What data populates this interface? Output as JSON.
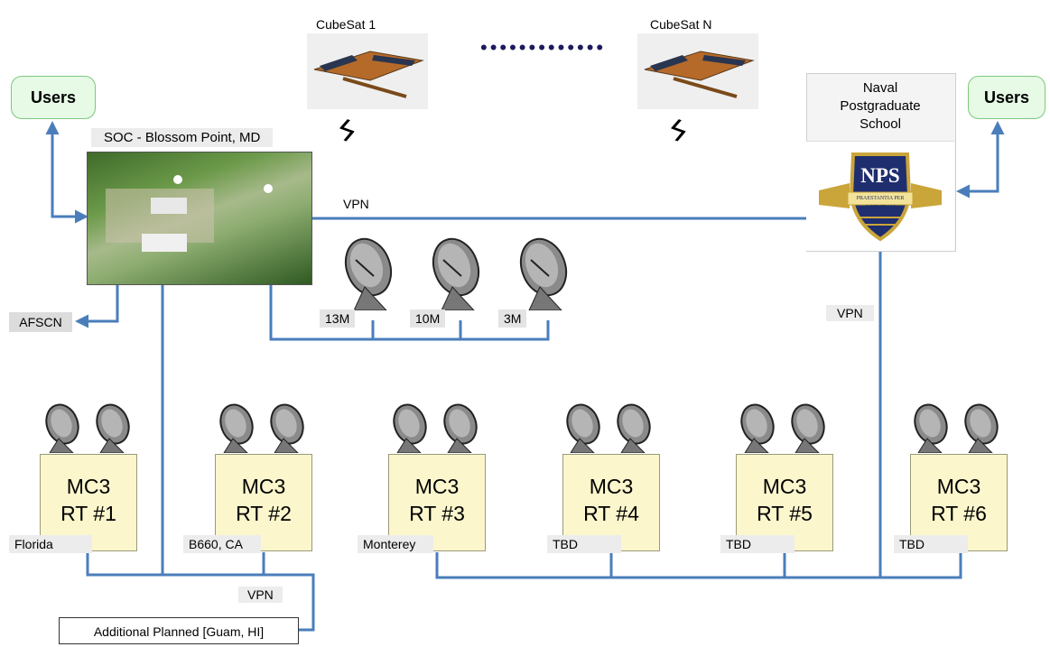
{
  "sats": {
    "first": "CubeSat 1",
    "last": "CubeSat N"
  },
  "users_left": "Users",
  "users_right": "Users",
  "soc_title": "SOC - Blossom Point, MD",
  "nps": {
    "caption_lines": [
      "Naval",
      "Postgraduate",
      "School"
    ],
    "seal_text": "NPS",
    "motto": "PRAESTANTIA PER SCIENTIAM"
  },
  "vpn_labels": [
    "VPN",
    "VPN",
    "VPN"
  ],
  "afscn": "AFSCN",
  "antennas": [
    "13M",
    "10M",
    "3M"
  ],
  "stations": [
    {
      "name": "MC3",
      "rt": "RT #1",
      "site": "Florida"
    },
    {
      "name": "MC3",
      "rt": "RT #2",
      "site": "B660, CA"
    },
    {
      "name": "MC3",
      "rt": "RT #3",
      "site": "Monterey"
    },
    {
      "name": "MC3",
      "rt": "RT #4",
      "site": "TBD"
    },
    {
      "name": "MC3",
      "rt": "RT #5",
      "site": "TBD"
    },
    {
      "name": "MC3",
      "rt": "RT #6",
      "site": "TBD"
    }
  ],
  "additional": "Additional Planned [Guam, HI]",
  "colors": {
    "link": "#4a7ebb",
    "users_fill": "#e6fae6",
    "users_border": "#7ec87e",
    "mc3_fill": "#fbf6cc",
    "dish": "#808080"
  }
}
